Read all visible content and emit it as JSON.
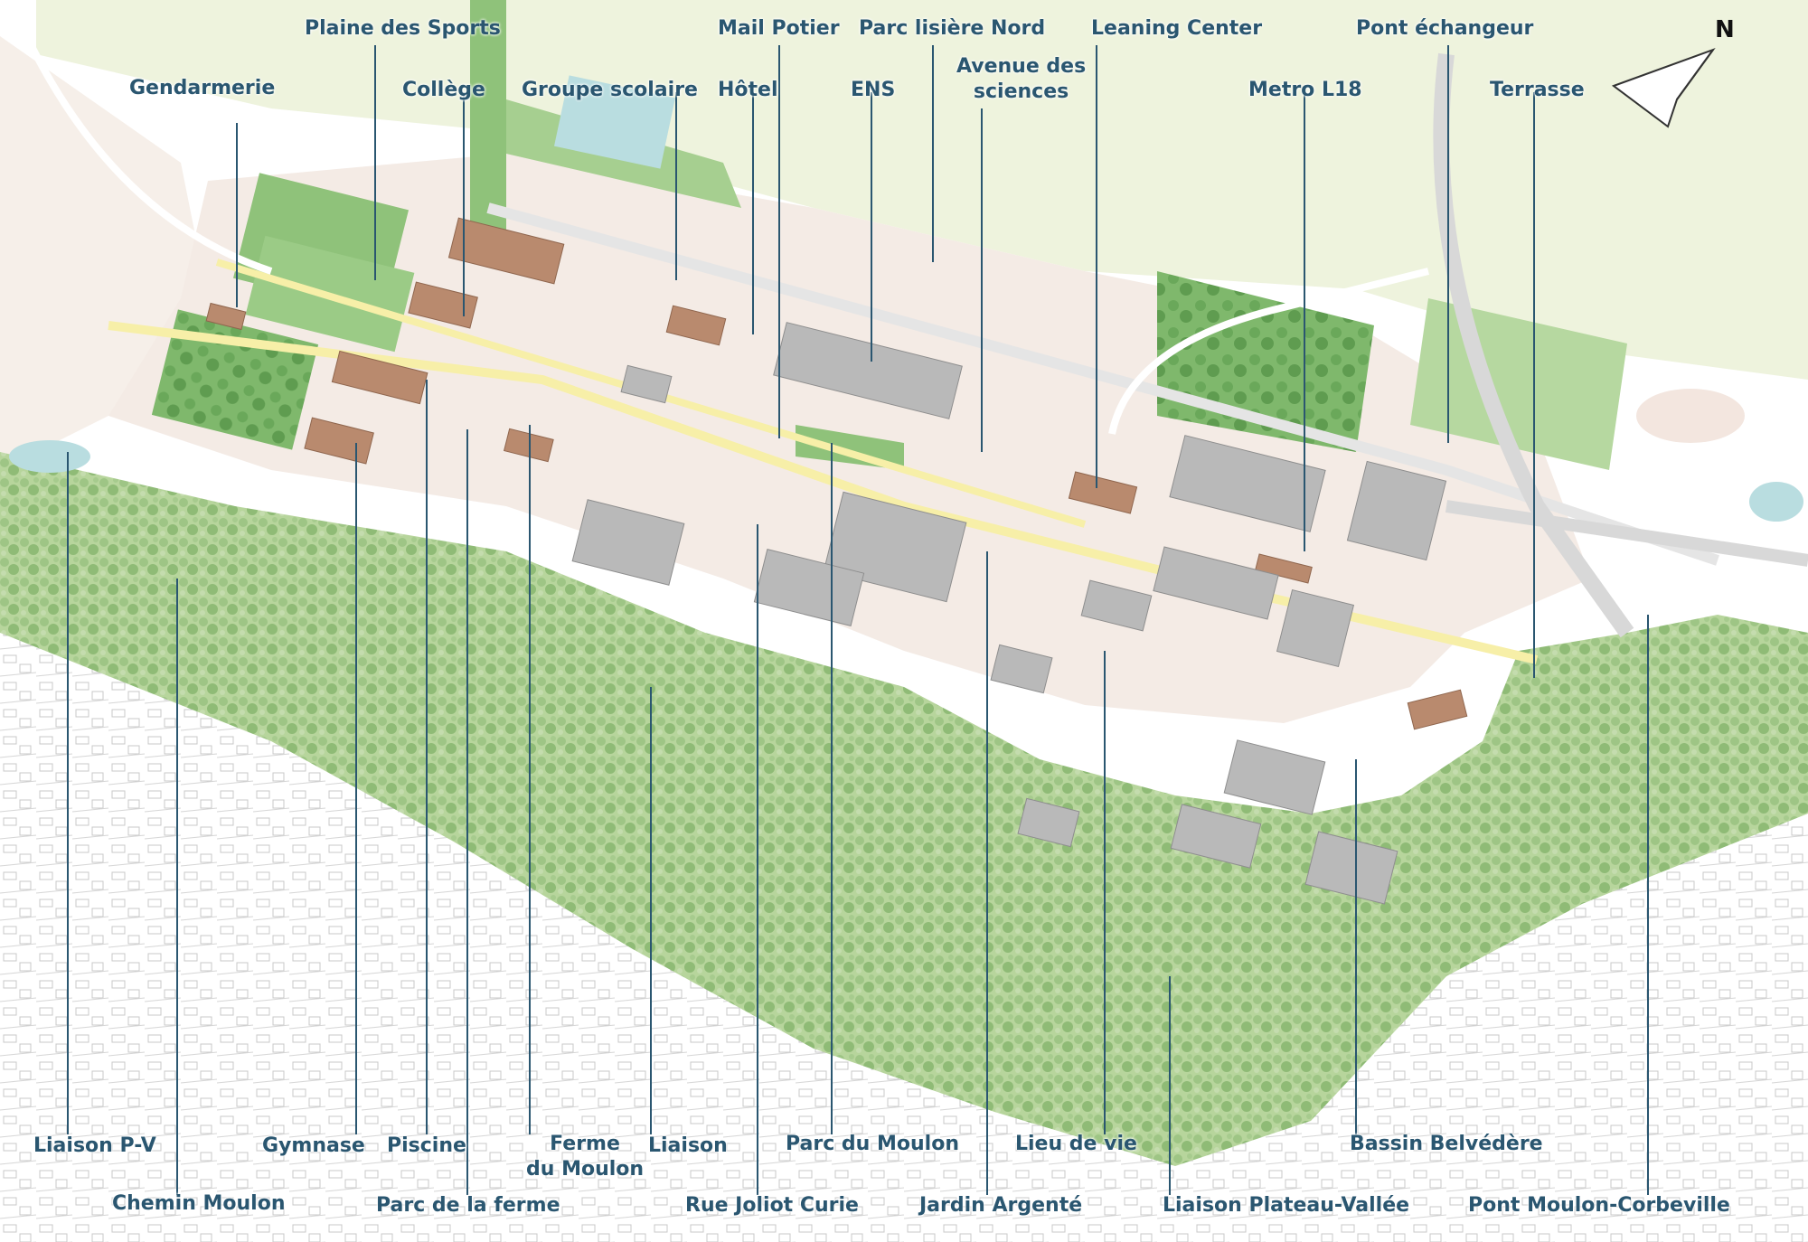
{
  "map": {
    "north_label": "N",
    "colors": {
      "meadow": "#eef3dd",
      "park": "#8fc27a",
      "forest": "#a9cc8c",
      "plot": "#f3e6df",
      "road": "#f7efa8",
      "building_grey": "#b9b9b9",
      "building_brown": "#b98a6e",
      "water": "#b9dde0",
      "label": "#2a5670",
      "leader": "#2a5670"
    },
    "labels": {
      "top": [
        "Plaine des Sports",
        "Mail Potier",
        "Parc lisière Nord",
        "Leaning Center",
        "Pont échangeur",
        "Gendarmerie",
        "Collège",
        "Groupe scolaire",
        "Hôtel",
        "ENS",
        "Avenue des",
        "sciences",
        "Metro L18",
        "Terrasse"
      ],
      "bottom": [
        "Liaison P-V",
        "Gymnase",
        "Piscine",
        "Ferme",
        "du Moulon",
        "Liaison",
        "Parc du Moulon",
        "Lieu de vie",
        "Bassin Belvédère",
        "Chemin Moulon",
        "Parc de la ferme",
        "Rue Joliot Curie",
        "Jardin Argenté",
        "Liaison Plateau-Vallée",
        "Pont Moulon-Corbeville"
      ]
    }
  }
}
